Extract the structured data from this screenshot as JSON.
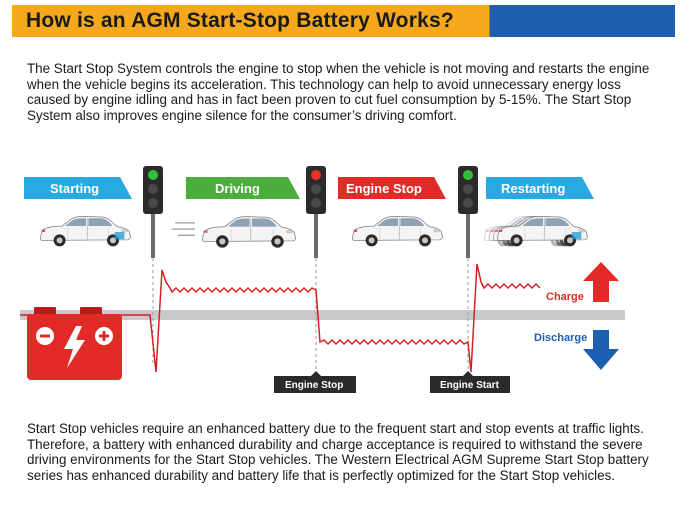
{
  "header": {
    "title": "How is an AGM Start-Stop Battery Works?",
    "colors": {
      "orange": "#f5a81c",
      "blue": "#1f5fb0"
    }
  },
  "intro": "The Start Stop System controls the engine to stop when the vehicle is not moving and restarts the engine when the vehicle begins its acceleration. This technology can help to avoid unnecessary energy loss caused by engine idling and has in fact been proven to cut fuel consumption by 5-15%. The Start Stop System also improves engine silence for the consumer’s driving comfort.",
  "diagram": {
    "stages": [
      {
        "label": "Starting",
        "color": "#29a9e1"
      },
      {
        "label": "Driving",
        "color": "#4bae3c"
      },
      {
        "label": "Engine Stop",
        "color": "#e22b26"
      },
      {
        "label": "Restarting",
        "color": "#29a9e1"
      }
    ],
    "traffic_lights": [
      {
        "active": "green"
      },
      {
        "active": "red"
      },
      {
        "active": "green"
      }
    ],
    "events": {
      "engine_stop": "Engine Stop",
      "engine_start": "Engine Start"
    },
    "flow": {
      "charge": "Charge",
      "discharge": "Discharge"
    },
    "colors": {
      "waveform": "#d42020",
      "charge": "#e22b26",
      "discharge": "#1d5fb0",
      "battery": "#e22b26"
    }
  },
  "outro": "Start Stop vehicles require an enhanced battery due to the frequent start and stop events at traffic lights. Therefore, a battery with enhanced durability and charge acceptance is required to withstand the severe driving environments for the Start Stop vehicles. The Western Electrical AGM Supreme Start Stop battery series has enhanced durability and battery life that is perfectly optimized for the Start Stop vehicles."
}
